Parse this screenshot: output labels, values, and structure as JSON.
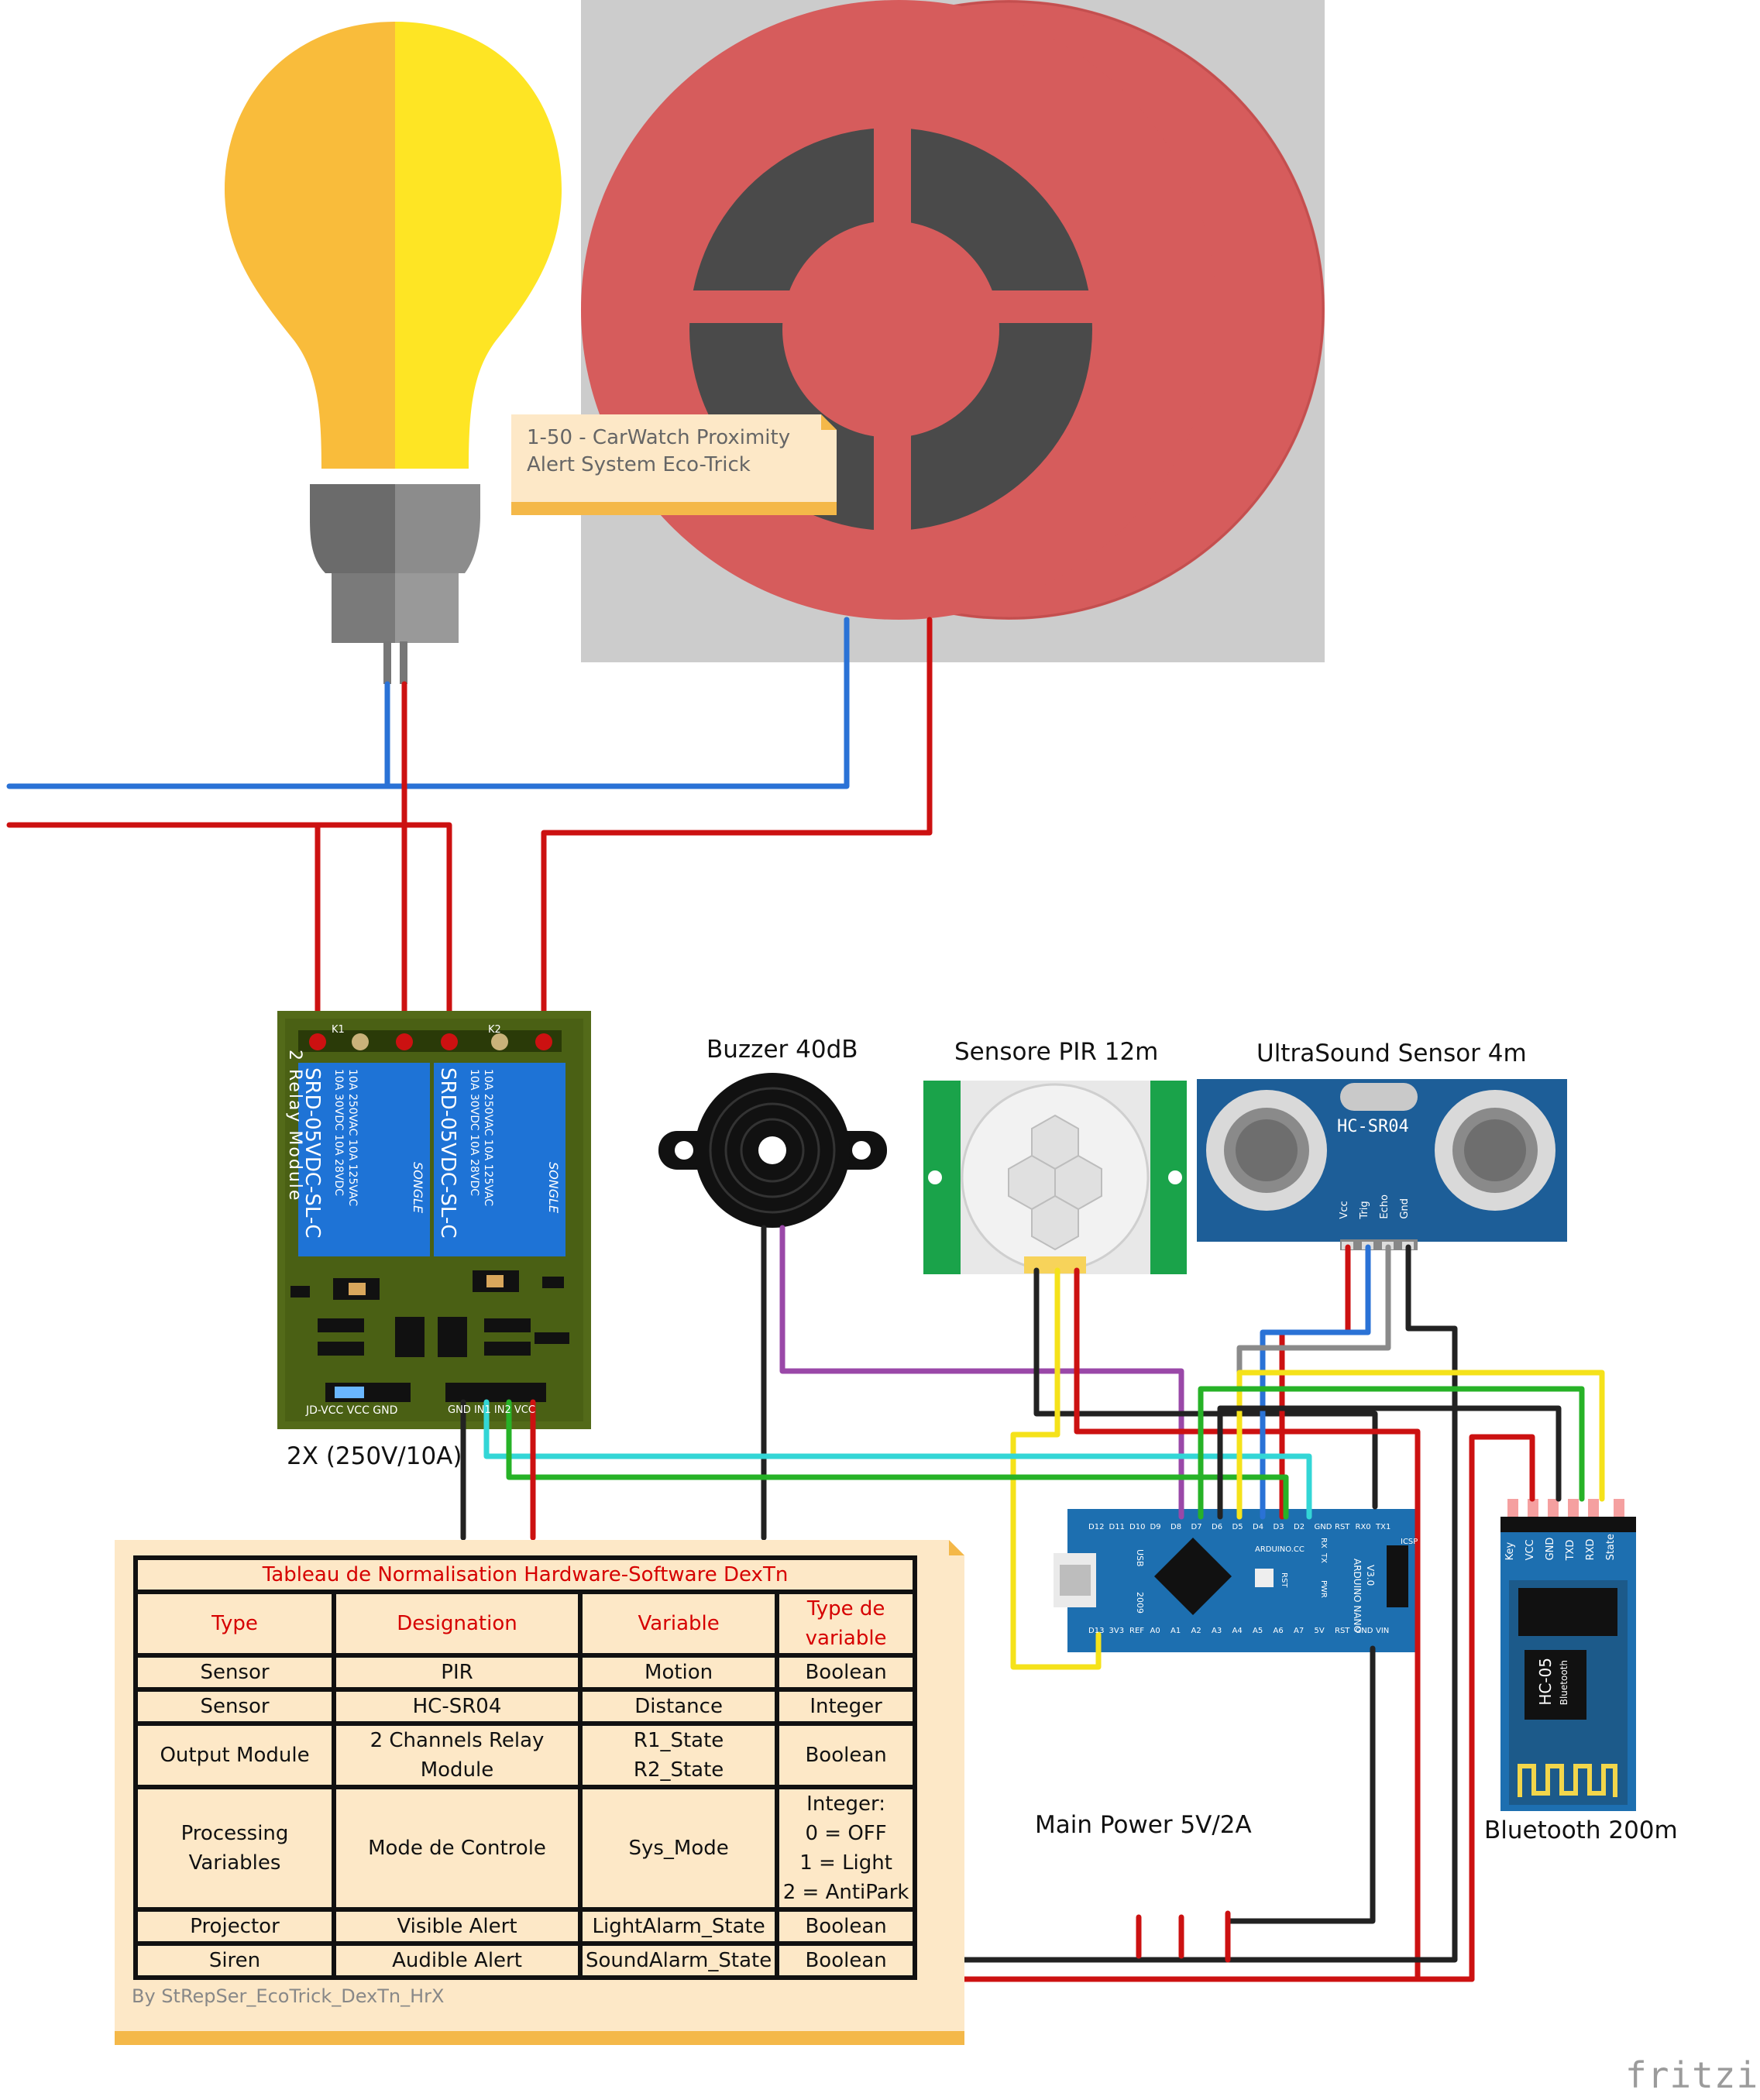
{
  "note": {
    "line1": "1-50 - CarWatch Proximity",
    "line2": "Alert System Eco-Trick"
  },
  "labels": {
    "buzzer": "Buzzer 40dB",
    "pir": "Sensore PIR 12m",
    "ultrasound": "UltraSound Sensor 4m",
    "relay_caption": "2X (250V/10A)",
    "main_power": "Main Power 5V/2A",
    "bluetooth": "Bluetooth 200m",
    "fritzing": "fritzing"
  },
  "relay": {
    "module_text": "2 Relay Module",
    "relay_model": "SRD-05VDC-SL-C",
    "brand": "SONGLE",
    "rating1": "10A 250VAC 10A 125VAC",
    "rating2": "10A 30VDC 10A 28VDC",
    "k1": "K1",
    "k2": "K2",
    "pins": "JD-VCC VCC GND",
    "inputs": "GND IN1 IN2 VCC"
  },
  "ultrasonic": {
    "model": "HC-SR04",
    "pins": [
      "Vcc",
      "Trig",
      "Echo",
      "Gnd"
    ]
  },
  "bluetooth_module": {
    "model": "HC-05",
    "sub": "Bluetooth",
    "pins": [
      "Key",
      "VCC",
      "GND",
      "TXD",
      "RXD",
      "State"
    ]
  },
  "arduino": {
    "name": "ARDUINO NANO",
    "version": "V3.0",
    "site": "ARDUINO.CC",
    "top_pins": [
      "D12",
      "D11",
      "D10",
      "D9",
      "D8",
      "D7",
      "D6",
      "D5",
      "D4",
      "D3",
      "D2",
      "GND",
      "RST",
      "RX0",
      "TX1"
    ],
    "bottom_pins": [
      "D13",
      "3V3",
      "REF",
      "A0",
      "A1",
      "A2",
      "A3",
      "A4",
      "A5",
      "A6",
      "A7",
      "5V",
      "RST",
      "GND",
      "VIN"
    ],
    "icsp": "ICSP",
    "usb": "USB",
    "rst": "RST",
    "pwr": "PWR",
    "tx": "TX",
    "rx": "RX",
    "year": "2009"
  },
  "table": {
    "title": "Tableau de Normalisation Hardware-Software DexTn",
    "headers": [
      "Type",
      "Designation",
      "Variable",
      "Type de variable"
    ],
    "rows": [
      {
        "type": "Sensor",
        "designation": "PIR",
        "variable": [
          "Motion"
        ],
        "vartype": [
          "Boolean"
        ]
      },
      {
        "type": "Sensor",
        "designation": "HC-SR04",
        "variable": [
          "Distance"
        ],
        "vartype": [
          "Integer"
        ]
      },
      {
        "type": "Output Module",
        "designation": "2 Channels Relay Module",
        "variable": [
          "R1_State",
          "R2_State"
        ],
        "vartype": [
          "Boolean"
        ]
      },
      {
        "type": "Processing Variables",
        "designation": "Mode de Controle",
        "variable": [
          "Sys_Mode"
        ],
        "vartype": [
          "Integer:",
          "0 = OFF",
          "1 = Light",
          "2 = AntiPark"
        ]
      },
      {
        "type": "Projector",
        "designation": "Visible Alert",
        "variable": [
          "LightAlarm_State"
        ],
        "vartype": [
          "Boolean"
        ]
      },
      {
        "type": "Siren",
        "designation": "Audible Alert",
        "variable": [
          "SoundAlarm_State"
        ],
        "vartype": [
          "Boolean"
        ]
      }
    ],
    "signature": "By StRepSer_EcoTrick_DexTn_HrX"
  },
  "colors": {
    "wire_red": "#cc1111",
    "wire_blue": "#2a72d6",
    "wire_black": "#222222",
    "wire_yellow": "#f5e21a",
    "wire_green": "#27b227",
    "wire_cyan": "#33d6d6",
    "wire_purple": "#9a48a8",
    "wire_gray": "#8a8a8a",
    "siren_red": "#d65c5c",
    "bulb_yellow": "#f9bc3b",
    "pcb_blue": "#1d6fb0",
    "relay_board": "#536a19",
    "note_bg": "#fde8c7"
  }
}
